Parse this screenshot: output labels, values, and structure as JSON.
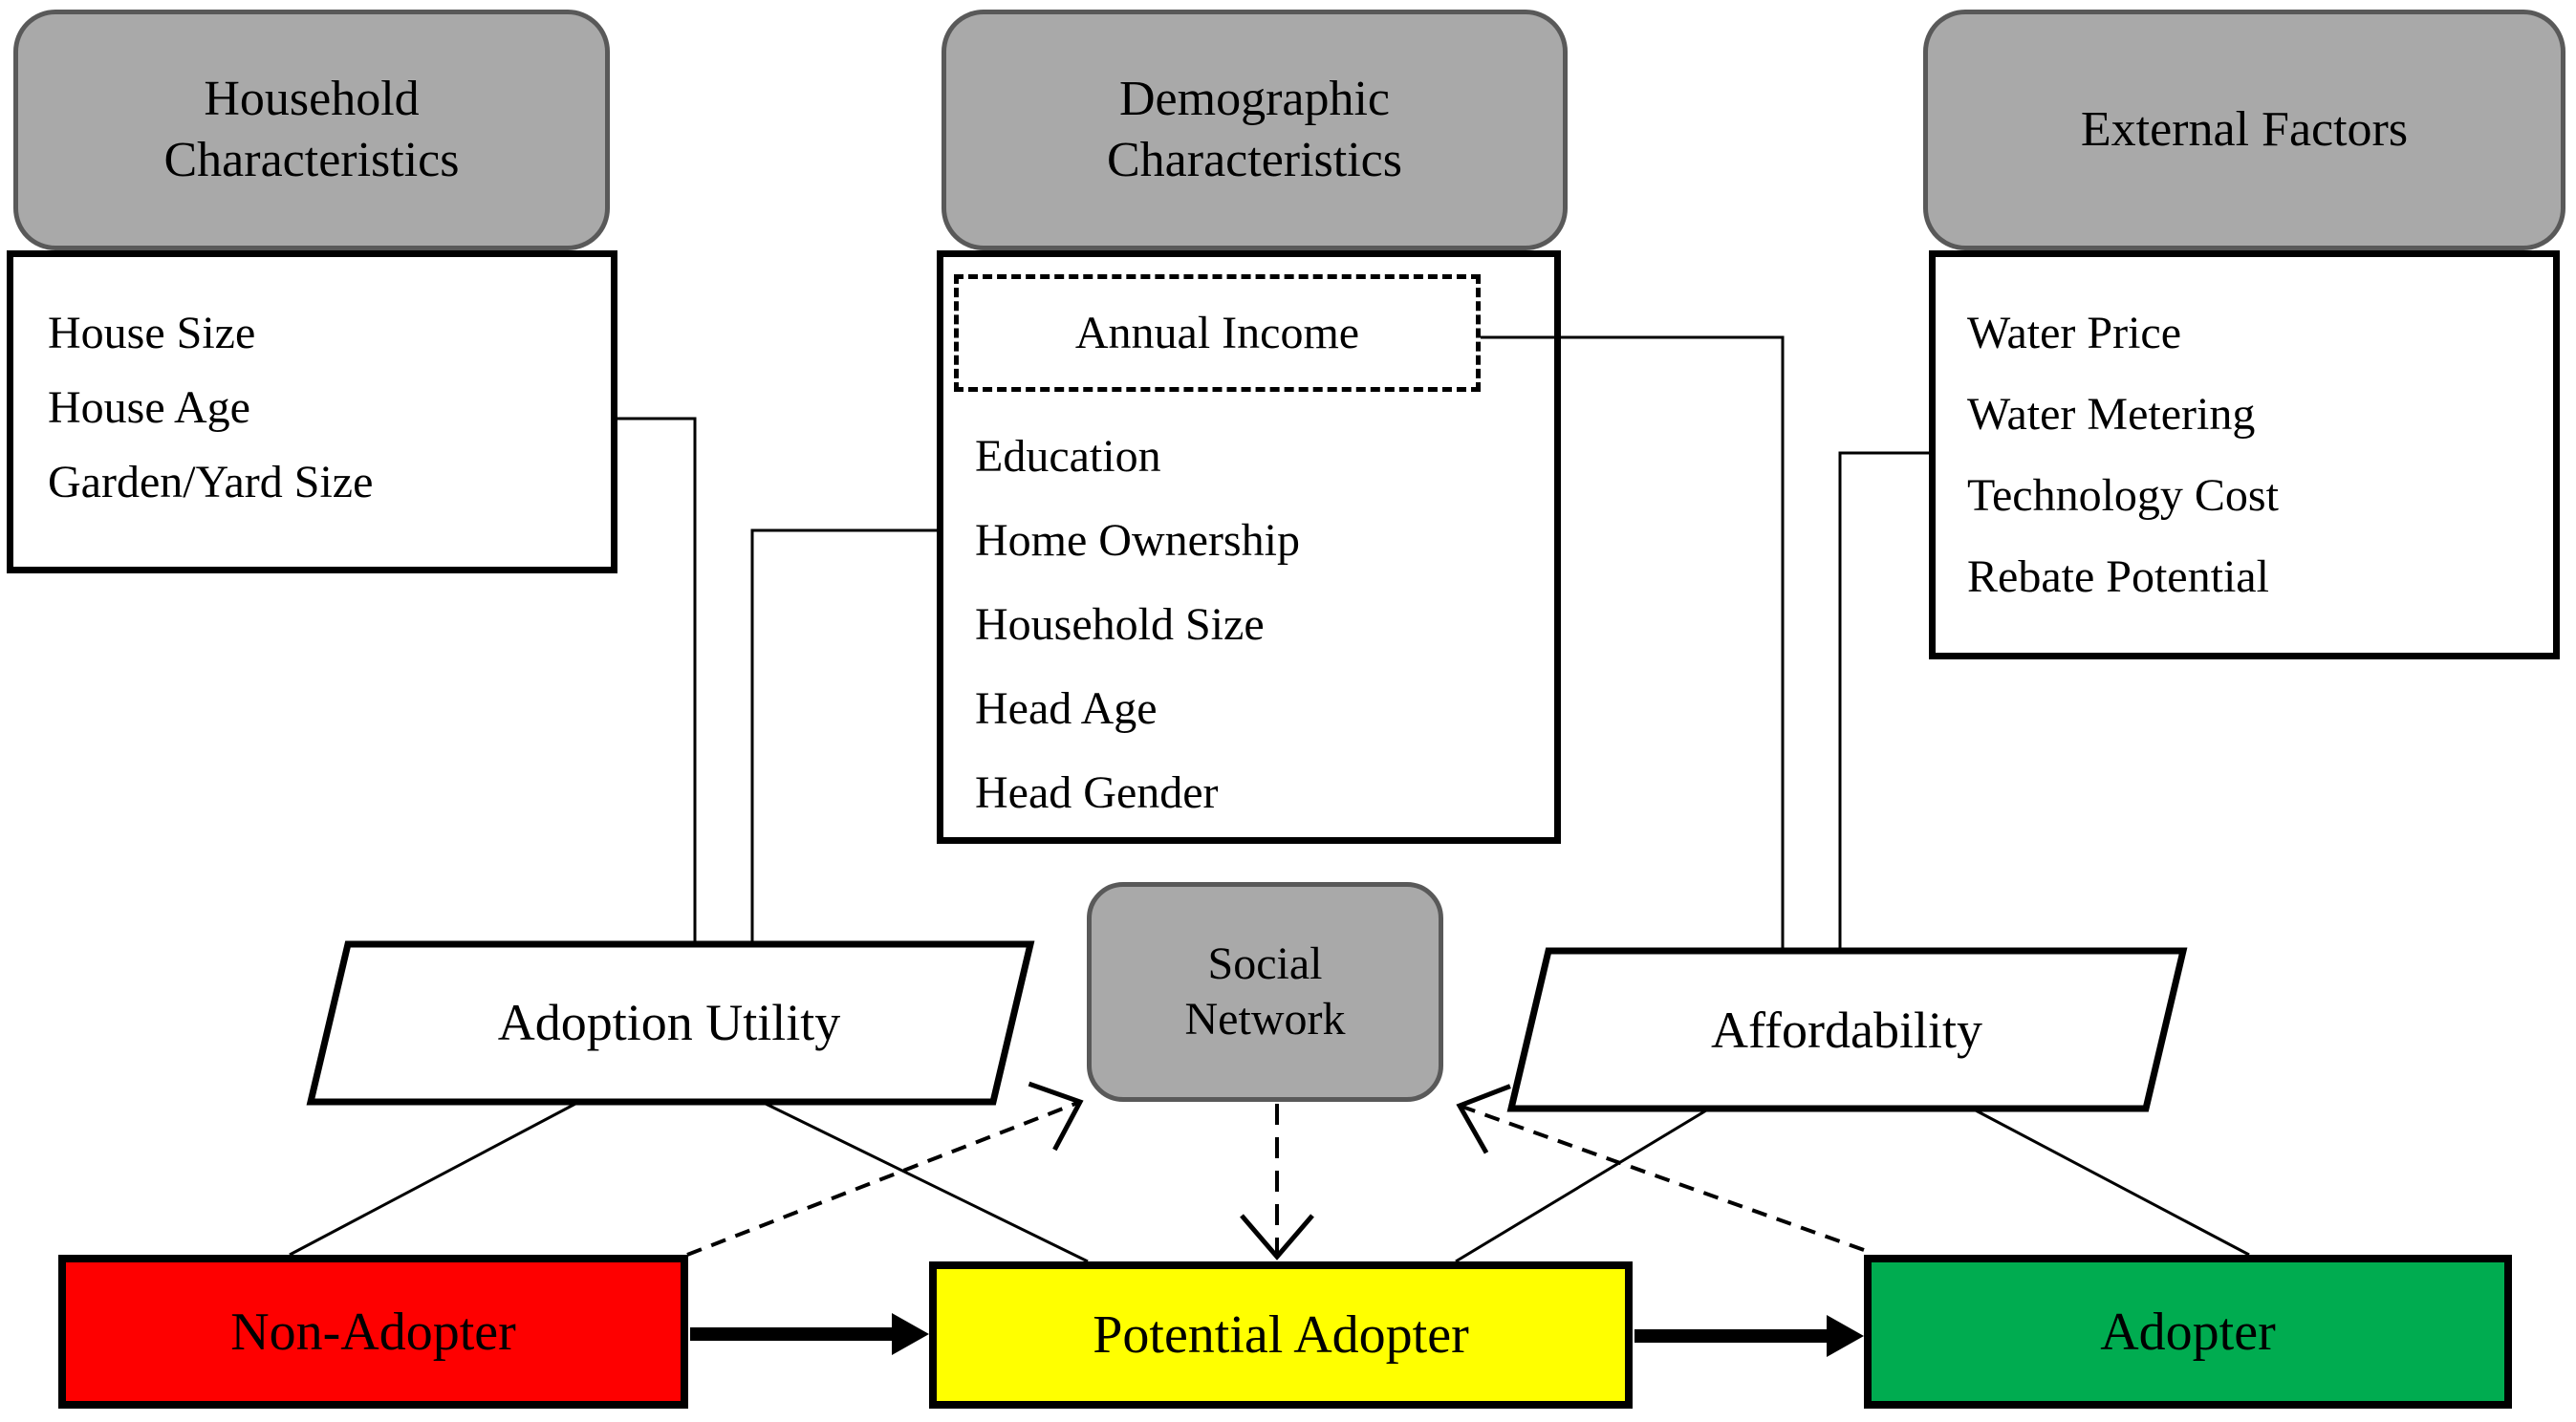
{
  "figure": {
    "columns": [
      {
        "header": "Household\nCharacteristics",
        "items": [
          "House Size",
          "House Age",
          "Garden/Yard Size"
        ]
      },
      {
        "header": "Demographic\nCharacteristics",
        "highlighted_item": "Annual Income",
        "items": [
          "Education",
          "Home Ownership",
          "Household Size",
          "Head Age",
          "Head Gender"
        ]
      },
      {
        "header": "External Factors",
        "items": [
          "Water Price",
          "Water Metering",
          "Technology Cost",
          "Rebate Potential"
        ]
      }
    ],
    "process_shapes": {
      "adoption_utility": "Adoption Utility",
      "affordability": "Affordability"
    },
    "social_network": "Social\nNetwork",
    "stages": [
      {
        "label": "Non-Adopter",
        "color": "#FE0000"
      },
      {
        "label": "Potential Adopter",
        "color": "#FFFF00"
      },
      {
        "label": "Adopter",
        "color": "#00AC50"
      }
    ],
    "colors": {
      "header_fill": "#A9A9A9",
      "header_border": "#595959",
      "line": "#000000"
    }
  }
}
